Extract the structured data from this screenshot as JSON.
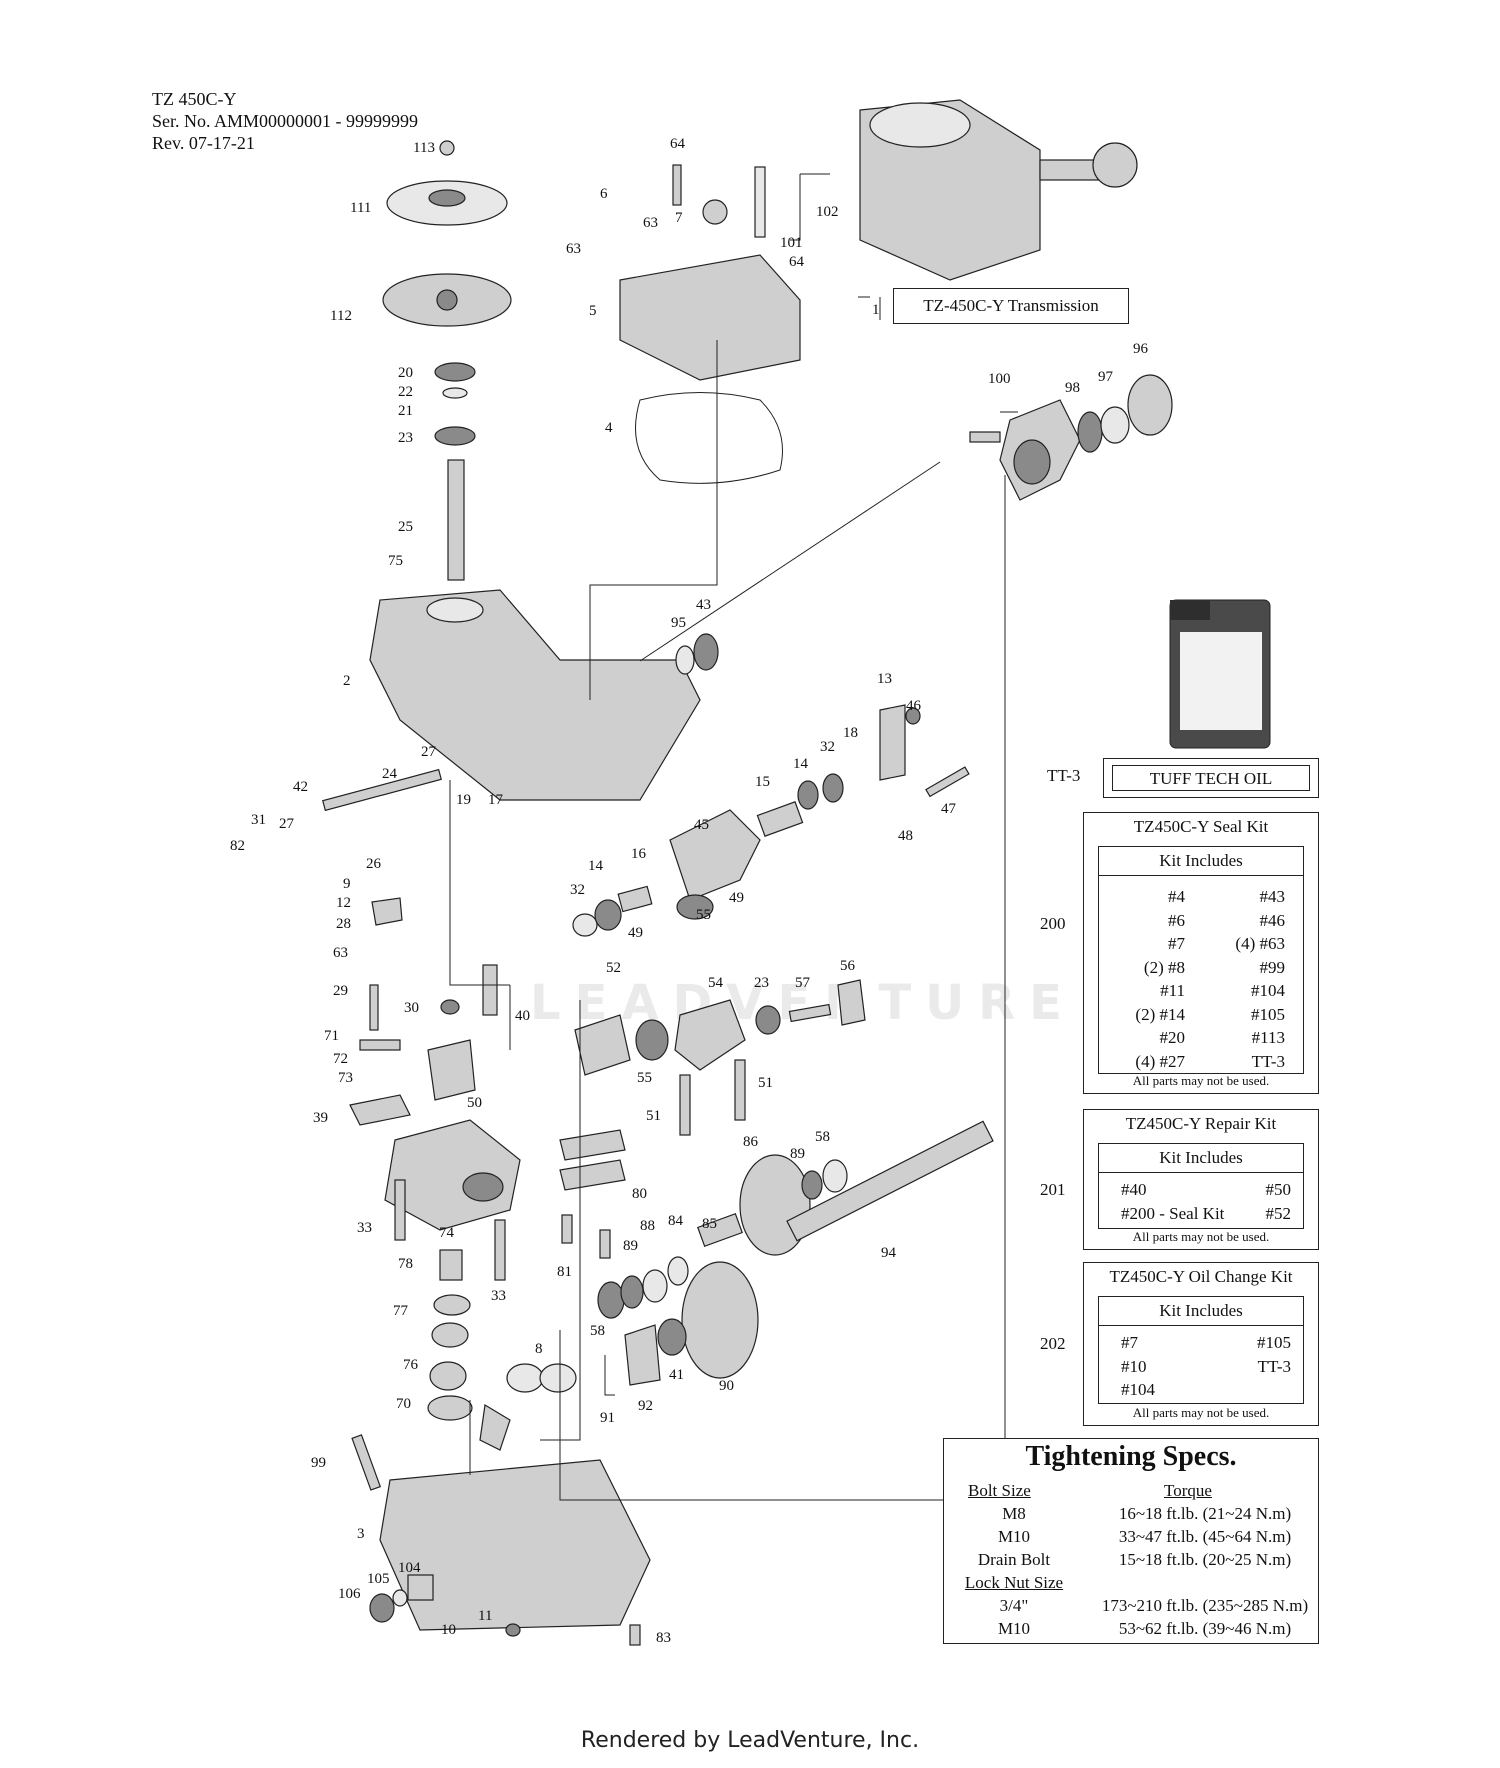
{
  "header": {
    "model": "TZ 450C-Y",
    "serial": "Ser. No. AMM00000001 - 99999999",
    "revision": "Rev. 07-17-21"
  },
  "transmission_label": "TZ-450C-Y Transmission",
  "oil_label": "TUFF TECH OIL",
  "oil_ref": "TT-3",
  "watermark": "LEADVENTURE",
  "seal_kit": {
    "ref": "200",
    "title": "TZ450C-Y Seal Kit",
    "subtitle": "Kit Includes",
    "left": [
      "#4",
      "#6",
      "#7",
      "(2) #8",
      "#11",
      "(2) #14",
      "#20",
      "(4) #27"
    ],
    "right": [
      "#43",
      "#46",
      "(4) #63",
      "#99",
      "#104",
      "#105",
      "#113",
      "TT-3"
    ],
    "note": "All parts may not be used."
  },
  "repair_kit": {
    "ref": "201",
    "title": "TZ450C-Y Repair Kit",
    "subtitle": "Kit Includes",
    "left": [
      "#40",
      "#200 - Seal Kit"
    ],
    "right": [
      "#50",
      "#52"
    ],
    "note": "All parts may not be used."
  },
  "oil_kit": {
    "ref": "202",
    "title": "TZ450C-Y Oil Change Kit",
    "subtitle": "Kit Includes",
    "left": [
      "#7",
      "#10",
      "#104"
    ],
    "right": [
      "#105",
      "TT-3",
      ""
    ],
    "note": "All parts may not be used."
  },
  "specs": {
    "title": "Tightening Specs.",
    "col1": "Bolt Size",
    "col2": "Torque",
    "rows": [
      {
        "size": "M8",
        "torque": "16~18 ft.lb. (21~24 N.m)"
      },
      {
        "size": "M10",
        "torque": "33~47 ft.lb. (45~64 N.m)"
      },
      {
        "size": "Drain Bolt",
        "torque": "15~18 ft.lb. (20~25 N.m)"
      }
    ],
    "lock_heading": "Lock Nut Size",
    "lock_rows": [
      {
        "size": "3/4\"",
        "torque": "173~210 ft.lb. (235~285 N.m)"
      },
      {
        "size": "M10",
        "torque": "53~62 ft.lb. (39~46 N.m)"
      }
    ]
  },
  "footer": "Rendered by LeadVenture, Inc.",
  "callouts": [
    "113",
    "111",
    "112",
    "20",
    "22",
    "21",
    "23",
    "25",
    "75",
    "64",
    "6",
    "63",
    "7",
    "102",
    "101",
    "5",
    "4",
    "1",
    "96",
    "97",
    "98",
    "100",
    "2",
    "95",
    "43",
    "13",
    "46",
    "27",
    "19",
    "17",
    "24",
    "42",
    "31",
    "82",
    "45",
    "15",
    "14",
    "32",
    "18",
    "47",
    "48",
    "26",
    "9",
    "12",
    "28",
    "16",
    "49",
    "55",
    "63",
    "29",
    "30",
    "40",
    "52",
    "54",
    "23",
    "57",
    "56",
    "71",
    "72",
    "73",
    "39",
    "50",
    "51",
    "80",
    "86",
    "58",
    "89",
    "33",
    "74",
    "78",
    "77",
    "76",
    "70",
    "8",
    "85",
    "88",
    "84",
    "81",
    "94",
    "90",
    "41",
    "92",
    "91",
    "99",
    "3",
    "105",
    "104",
    "106",
    "10",
    "11",
    "83"
  ]
}
